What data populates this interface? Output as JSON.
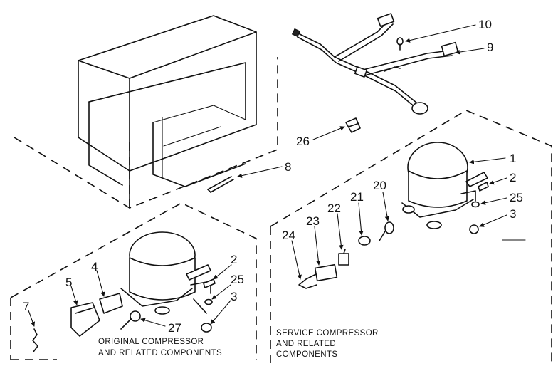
{
  "callouts": {
    "c10": "10",
    "c9": "9",
    "c26": "26",
    "c8": "8",
    "c1": "1",
    "c2_service": "2",
    "c25_service": "25",
    "c3_service": "3",
    "c20": "20",
    "c21": "21",
    "c22": "22",
    "c23": "23",
    "c24": "24",
    "c4": "4",
    "c5": "5",
    "c7": "7",
    "c2_original": "2",
    "c25_original": "25",
    "c3_original": "3",
    "c27": "27"
  },
  "captions": {
    "original_line1": "ORIGINAL COMPRESSOR",
    "original_line2": "AND RELATED COMPONENTS",
    "service_line1": "SERVICE COMPRESSOR",
    "service_line2": "AND RELATED",
    "service_line3": "COMPONENTS"
  }
}
